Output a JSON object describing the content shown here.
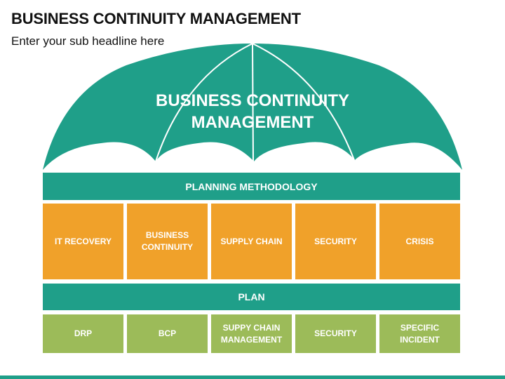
{
  "header": {
    "title": "BUSINESS CONTINUITY MANAGEMENT",
    "subtitle": "Enter your sub headline here"
  },
  "umbrella": {
    "title_line1": "BUSINESS CONTINUITY",
    "title_line2": "MANAGEMENT"
  },
  "planning_bar": {
    "label": "PLANNING METHODOLOGY"
  },
  "methodology_items": [
    {
      "label": "IT RECOVERY"
    },
    {
      "label_line1": "BUSINESS",
      "label_line2": "CONTINUITY"
    },
    {
      "label": "SUPPLY CHAIN"
    },
    {
      "label": "SECURITY"
    },
    {
      "label": "CRISIS"
    }
  ],
  "plan_bar": {
    "label": "PLAN"
  },
  "plan_items": [
    {
      "label": "DRP"
    },
    {
      "label": "BCP"
    },
    {
      "label_line1": "SUPPY CHAIN",
      "label_line2": "MANAGEMENT"
    },
    {
      "label": "SECURITY"
    },
    {
      "label_line1": "SPECIFIC",
      "label_line2": "INCIDENT"
    }
  ],
  "colors": {
    "teal": "#1f9f89",
    "orange": "#f0a12a",
    "green": "#9cbb59",
    "text_dark": "#111111",
    "text_light": "#ffffff"
  }
}
